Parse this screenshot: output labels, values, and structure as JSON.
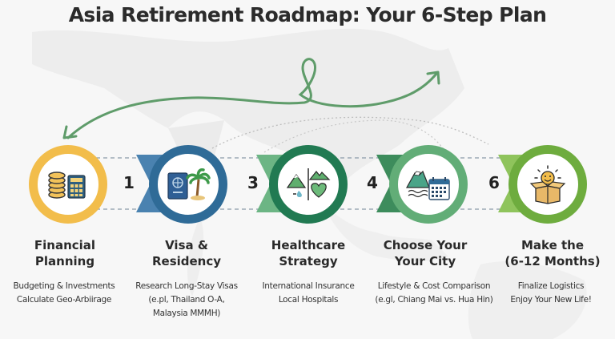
{
  "title": "Asia Retirement Roadmap: Your 6-Step Plan",
  "colors": {
    "step1": "#f2bd4b",
    "step2": "#2f6b97",
    "step3": "#217a52",
    "step4": "#62ad77",
    "step5": "#6eac3e",
    "ribbon2": "#4a82b0",
    "ribbon3": "#6cb584",
    "ribbon4": "#3d8c5c",
    "ribbon5": "#8fc45c",
    "arrow": "#5f9c6a",
    "text": "#2a2a2a",
    "background": "#f6f6f6"
  },
  "connector_numbers": [
    "1",
    "3",
    "4",
    "6"
  ],
  "steps": [
    {
      "icon": "coins-calculator-icon",
      "title_lines": [
        "Financial",
        "Planning"
      ],
      "desc_lines": [
        "Budgeting & Investments",
        "Calculate Geo-Arbiirage"
      ]
    },
    {
      "icon": "passport-palm-tree-icon",
      "title_lines": [
        "Visa &",
        "Residency"
      ],
      "desc_lines": [
        "Research Long-Stay Visas",
        "(e.pl, Thailand O-A,",
        "Malaysia MMMH)"
      ]
    },
    {
      "icon": "mountains-heart-icon",
      "title_lines": [
        "Healthcare",
        "Strategy"
      ],
      "desc_lines": [
        "International Insurance",
        "Local Hospitals"
      ]
    },
    {
      "icon": "volcano-calendar-icon",
      "title_lines": [
        "Choose Your",
        "Your City"
      ],
      "desc_lines": [
        "Lifestyle & Cost Comparison",
        "(e.gl, Chiang Mai vs. Hua Hin)"
      ]
    },
    {
      "icon": "smiley-box-icon",
      "title_lines": [
        "Make the",
        "(6-12 Months)"
      ],
      "desc_lines": [
        "Finalize Logistics",
        "Enjoy Your New Life!"
      ]
    }
  ]
}
